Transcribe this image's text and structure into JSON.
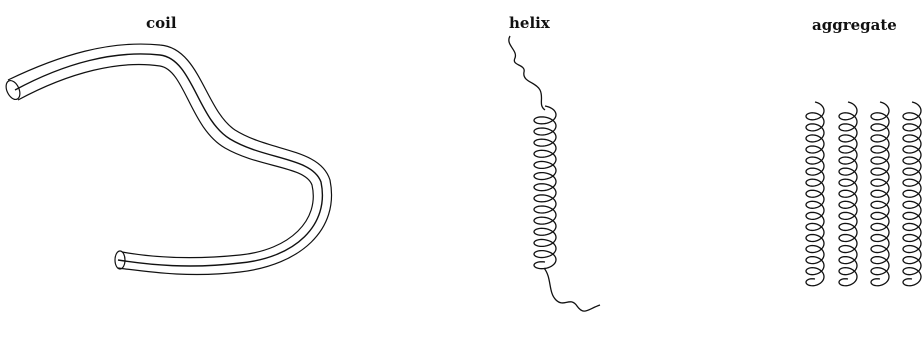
{
  "labels": {
    "coil": "coil",
    "helix": "helix",
    "aggregate": "aggregate"
  },
  "colors": {
    "ink": "#111111",
    "background": "#ffffff"
  }
}
